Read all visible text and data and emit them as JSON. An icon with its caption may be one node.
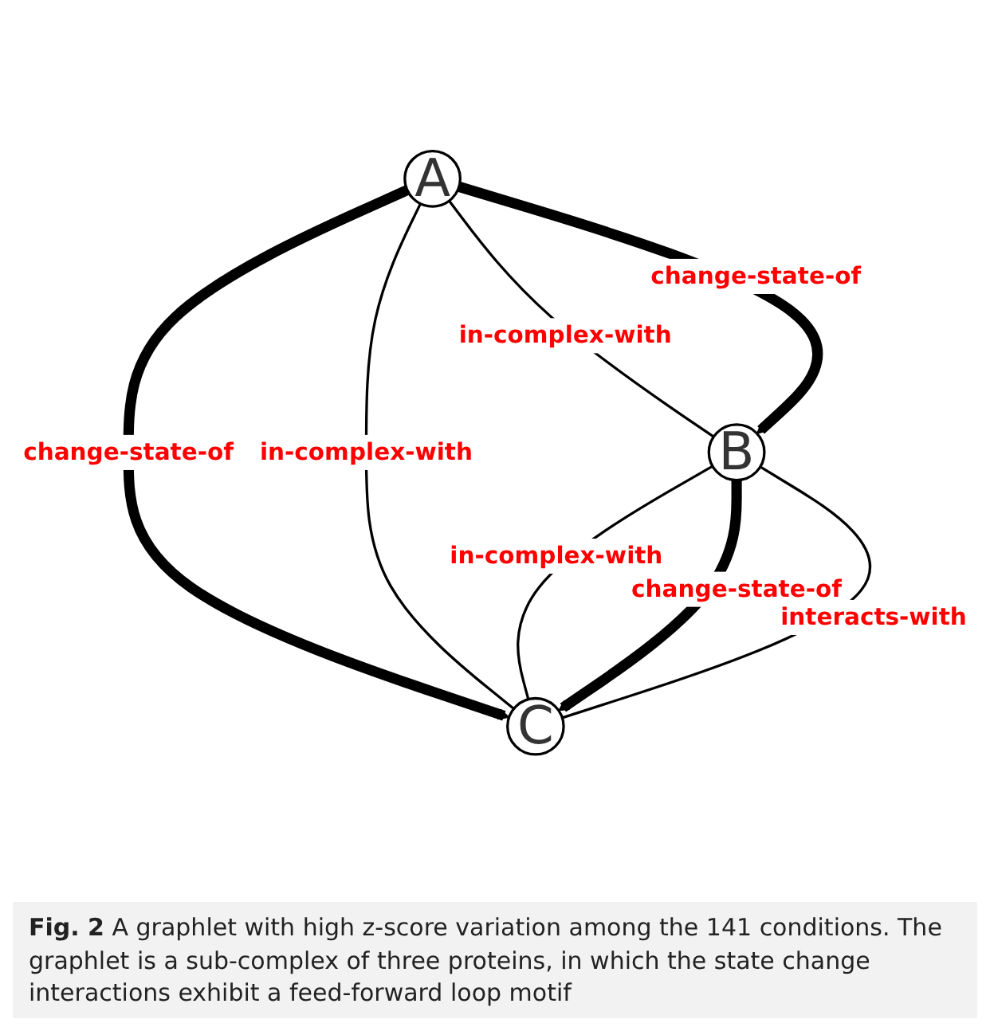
{
  "diagram": {
    "caption": "**Fig. 2** A graphlet with high z-score variation among the 141 conditions. The graphlet is a sub-complex of three proteins, in which the state change interactions exhibit a feed-forward loop motif",
    "nodes": [
      {
        "text": [
          "A"
        ]
      },
      {
        "text": [
          "B"
        ]
      },
      {
        "text": [
          "C"
        ]
      }
    ],
    "edges": [
      {
        "from": 0,
        "to": 1,
        "arrow": "none",
        "label": "in-complex-with"
      },
      {
        "from": 0,
        "to": 1,
        "arrow": "to",
        "label": "change-state-of",
        "style": "thick"
      },
      {
        "from": 0,
        "to": 2,
        "arrow": "to",
        "label": "change-state-of",
        "style": "thick"
      },
      {
        "from": 0,
        "to": 2,
        "arrow": "none",
        "label": "in-complex-with"
      },
      {
        "from": 1,
        "to": 2,
        "arrow": "none",
        "label": "in-complex-with"
      },
      {
        "from": 1,
        "to": 2,
        "arrow": "to",
        "label": "change-state-of",
        "style": "thick"
      },
      {
        "from": 1,
        "to": 2,
        "arrow": "none",
        "label": "interacts-with"
      }
    ]
  }
}
